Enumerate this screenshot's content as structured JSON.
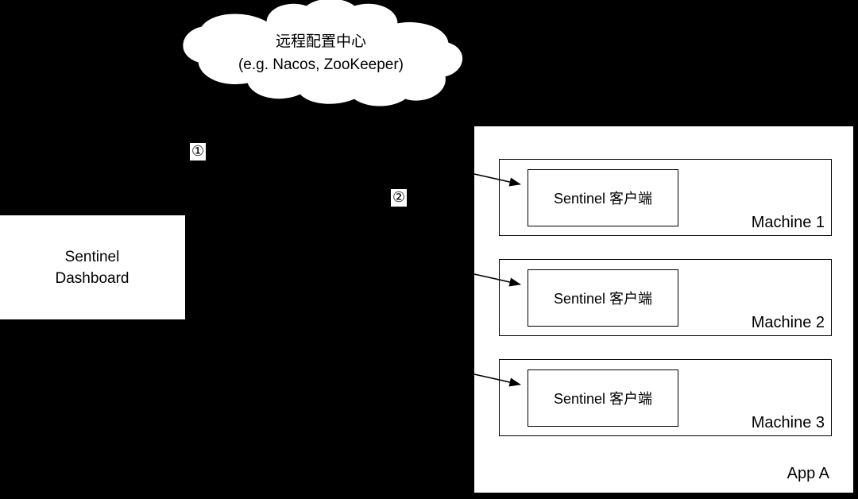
{
  "diagram": {
    "title": "Sentinel Dashboard remote configuration architecture",
    "background_color": "#000000",
    "shape_fill": "#ffffff",
    "stroke_color": "#000000"
  },
  "cloud": {
    "icon": "cloud-shape",
    "line1": "远程配置中心",
    "line2": "(e.g. Nacos, ZooKeeper)"
  },
  "dashboard": {
    "line1": "Sentinel",
    "line2": "Dashboard"
  },
  "markers": [
    {
      "id": "marker-1",
      "label": "①"
    },
    {
      "id": "marker-2",
      "label": "②"
    }
  ],
  "app": {
    "label": "App A",
    "machines": [
      {
        "client_label": "Sentinel 客户端",
        "machine_label": "Machine 1"
      },
      {
        "client_label": "Sentinel 客户端",
        "machine_label": "Machine 2"
      },
      {
        "client_label": "Sentinel 客户端",
        "machine_label": "Machine 3"
      }
    ]
  },
  "connections": [
    {
      "from": "remote-config-center",
      "to": "machine-1-sentinel-client",
      "style": "arrow"
    },
    {
      "from": "remote-config-center",
      "to": "machine-2-sentinel-client",
      "style": "arrow"
    },
    {
      "from": "remote-config-center",
      "to": "machine-3-sentinel-client",
      "style": "arrow"
    }
  ]
}
